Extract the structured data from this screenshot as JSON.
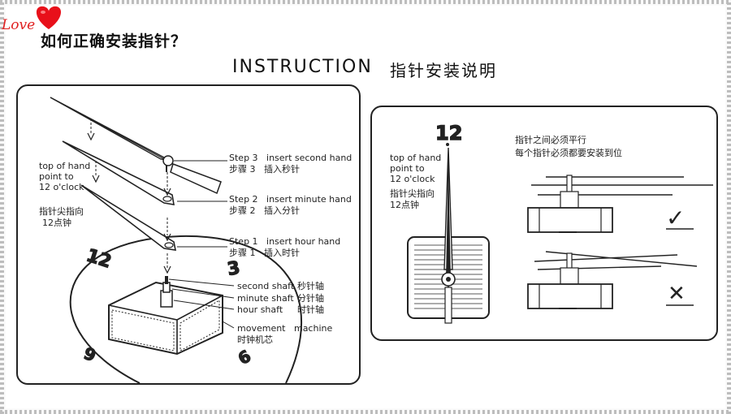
{
  "title": "如何正确安装指针？",
  "instruction_en": "INSTRUCTION",
  "instruction_cn": "指针安装说明",
  "left_panel": {
    "top_of_hand": [
      "top of hand",
      "point to",
      "12 o'clock"
    ],
    "pointer_cn": [
      "指针尖指向",
      "12点钟"
    ],
    "steps": [
      {
        "en": "Step 3   insert second hand",
        "cn": "步骤 3   插入秒针"
      },
      {
        "en": "Step 2   insert minute hand",
        "cn": "步骤 2   插入分针"
      },
      {
        "en": "Step 1   insert hour hand",
        "cn": "步骤 1   插入时针"
      }
    ],
    "parts": [
      {
        "en": "second shaft",
        "cn": "秒针轴"
      },
      {
        "en": "minute shaft",
        "cn": "分针轴"
      },
      {
        "en": "hour shaft",
        "cn": "时针轴"
      }
    ],
    "movement": {
      "en": "movement   machine",
      "cn": "时钟机芯"
    },
    "dial_numbers": [
      "12",
      "3",
      "6",
      "9"
    ]
  },
  "right_panel": {
    "number_12": "12",
    "top_of_hand": [
      "top of hand",
      "point to",
      "12 o'clock"
    ],
    "pointer_cn": [
      "指针尖指向",
      "12点钟"
    ],
    "parallel_note": [
      "指针之间必须平行",
      "每个指针必须都要安装到位"
    ],
    "correct_mark": "✓",
    "wrong_mark": "✕"
  },
  "watermark": "Love",
  "colors": {
    "line": "#222222",
    "watermark_text": "#e02020",
    "heart": "#e8101a",
    "border_dash": "#bdbdbd"
  }
}
